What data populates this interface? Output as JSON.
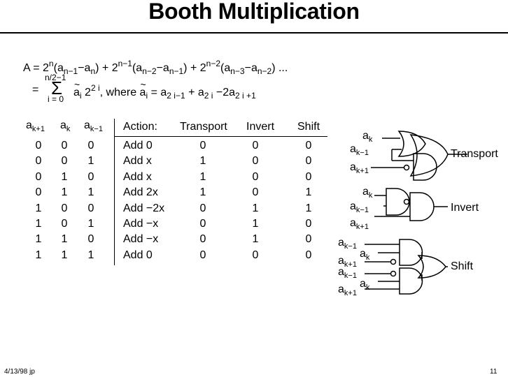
{
  "title": "Booth Multiplication",
  "equation": {
    "line1": {
      "lhs": "A = 2",
      "t1_exp": "n",
      "t1_open": "(a",
      "t1_s1": "n−1",
      "t1_mid": "−a",
      "t1_s2": "n",
      "t1_close": ") + 2",
      "t2_exp": "n−1",
      "t2_open": "(a",
      "t2_s1": "n−2",
      "t2_mid": "−a",
      "t2_s2": "n−1",
      "t2_close": ") + 2",
      "t3_exp": "n−2",
      "t3_open": "(a",
      "t3_s1": "n−3",
      "t3_mid": "−a",
      "t3_s2": "n−2",
      "t3_close": ") ..."
    },
    "line2": {
      "eq_sign": "=",
      "sum_upper": "n/2−1",
      "sum_symbol": "Σ",
      "sum_lower": "i = 0",
      "a_tilde": "a",
      "i_sub": "i",
      "two": "2",
      "exp": "2 i",
      "where": ", where",
      "a_tilde2": "a",
      "i_sub2": "i",
      "def_a1": "= a",
      "def_s1": "2 i−1",
      "def_a2": "+ a",
      "def_s2": "2 i",
      "def_a3": "−2a",
      "def_s3": "2 i +1"
    }
  },
  "table": {
    "headers": {
      "ak1_base": "a",
      "ak1_sub": "k+1",
      "ak_base": "a",
      "ak_sub": "k",
      "akm1_base": "a",
      "akm1_sub": "k−1",
      "action": "Action:",
      "transport": "Transport",
      "invert": "Invert",
      "shift": "Shift"
    },
    "rows": [
      [
        "0",
        "0",
        "0",
        "Add 0",
        "0",
        "0",
        "0"
      ],
      [
        "0",
        "0",
        "1",
        "Add x",
        "1",
        "0",
        "0"
      ],
      [
        "0",
        "1",
        "0",
        "Add x",
        "1",
        "0",
        "0"
      ],
      [
        "0",
        "1",
        "1",
        "Add 2x",
        "1",
        "0",
        "1"
      ],
      [
        "1",
        "0",
        "0",
        "Add −2x",
        "0",
        "1",
        "1"
      ],
      [
        "1",
        "0",
        "1",
        "Add −x",
        "0",
        "1",
        "0"
      ],
      [
        "1",
        "1",
        "0",
        "Add −x",
        "0",
        "1",
        "0"
      ],
      [
        "1",
        "1",
        "1",
        "Add 0",
        "0",
        "0",
        "0"
      ]
    ]
  },
  "circuits": {
    "transport": {
      "in1_base": "a",
      "in1_sub": "k",
      "in2_base": "a",
      "in2_sub": "k−1",
      "in3_base": "a",
      "in3_sub": "k+1",
      "output": "Transport"
    },
    "invert": {
      "in1_base": "a",
      "in1_sub": "k",
      "in2_base": "a",
      "in2_sub": "k−1",
      "in3_base": "a",
      "in3_sub": "k+1",
      "output": "Invert"
    },
    "shift": {
      "in1_base": "a",
      "in1_sub": "k−1",
      "in2_base": "a",
      "in2_sub": "k",
      "in3_base": "a",
      "in3_sub": "k+1",
      "in4_base": "a",
      "in4_sub": "k−1",
      "in5_base": "a",
      "in5_sub": "k",
      "in6_base": "a",
      "in6_sub": "k+1",
      "output": "Shift"
    }
  },
  "footer": {
    "date": "4/13/98  jp",
    "page": "11"
  }
}
